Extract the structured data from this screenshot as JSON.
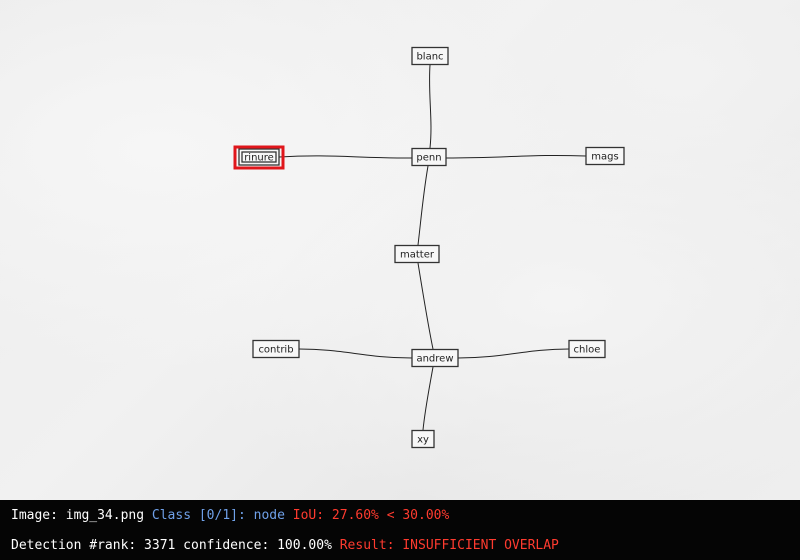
{
  "diagram": {
    "nodes": [
      {
        "id": "blanc",
        "label": "blanc"
      },
      {
        "id": "rinure",
        "label": "rinure"
      },
      {
        "id": "penn",
        "label": "penn"
      },
      {
        "id": "mags",
        "label": "mags"
      },
      {
        "id": "matter",
        "label": "matter"
      },
      {
        "id": "contrib",
        "label": "contrib"
      },
      {
        "id": "andrew",
        "label": "andrew"
      },
      {
        "id": "chloe",
        "label": "chloe"
      },
      {
        "id": "xy",
        "label": "xy"
      }
    ],
    "edges": [
      [
        "penn",
        "blanc"
      ],
      [
        "penn",
        "rinure"
      ],
      [
        "penn",
        "mags"
      ],
      [
        "penn",
        "matter"
      ],
      [
        "matter",
        "andrew"
      ],
      [
        "andrew",
        "contrib"
      ],
      [
        "andrew",
        "chloe"
      ],
      [
        "andrew",
        "xy"
      ]
    ],
    "detected_node": "rinure",
    "colors": {
      "detection_box": "#e0161b",
      "selection_highlight": "#8fcff5"
    }
  },
  "status": {
    "image_label": "Image: img_34.png",
    "class_label": "Class [0/1]: node",
    "iou_label": "IoU: 27.60% < 30.00%",
    "detection_label": "Detection #rank: 3371 confidence: 100.00%",
    "result_label": "Result: INSUFFICIENT OVERLAP",
    "colors": {
      "info": "#ffffff",
      "class": "#6fa0e8",
      "warning": "#ff3b2f"
    }
  }
}
